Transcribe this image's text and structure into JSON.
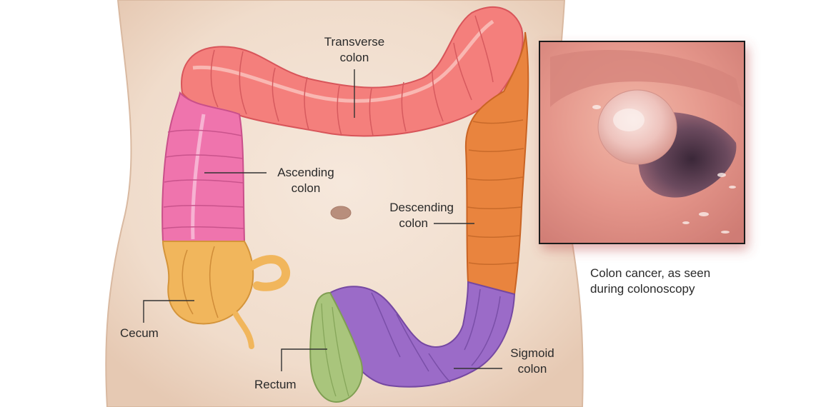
{
  "diagram": {
    "labels": {
      "transverse": [
        "Transverse",
        "colon"
      ],
      "ascending": [
        "Ascending",
        "colon"
      ],
      "descending": [
        "Descending",
        "colon"
      ],
      "cecum": [
        "Cecum"
      ],
      "rectum": [
        "Rectum"
      ],
      "sigmoid": [
        "Sigmoid",
        "colon"
      ]
    },
    "inset_caption": [
      "Colon cancer, as seen",
      "during colonoscopy"
    ],
    "colors": {
      "skin": "#f3e1d2",
      "skin_shadow": "#e8cdb9",
      "transverse": "#f47f7c",
      "ascending": "#ef74ad",
      "descending": "#e9843e",
      "cecum": "#f1b65c",
      "sigmoid": "#9b6bc8",
      "rectum": "#a9c57c",
      "inset_tissue": "#e49a8e",
      "leader": "#333333"
    }
  }
}
